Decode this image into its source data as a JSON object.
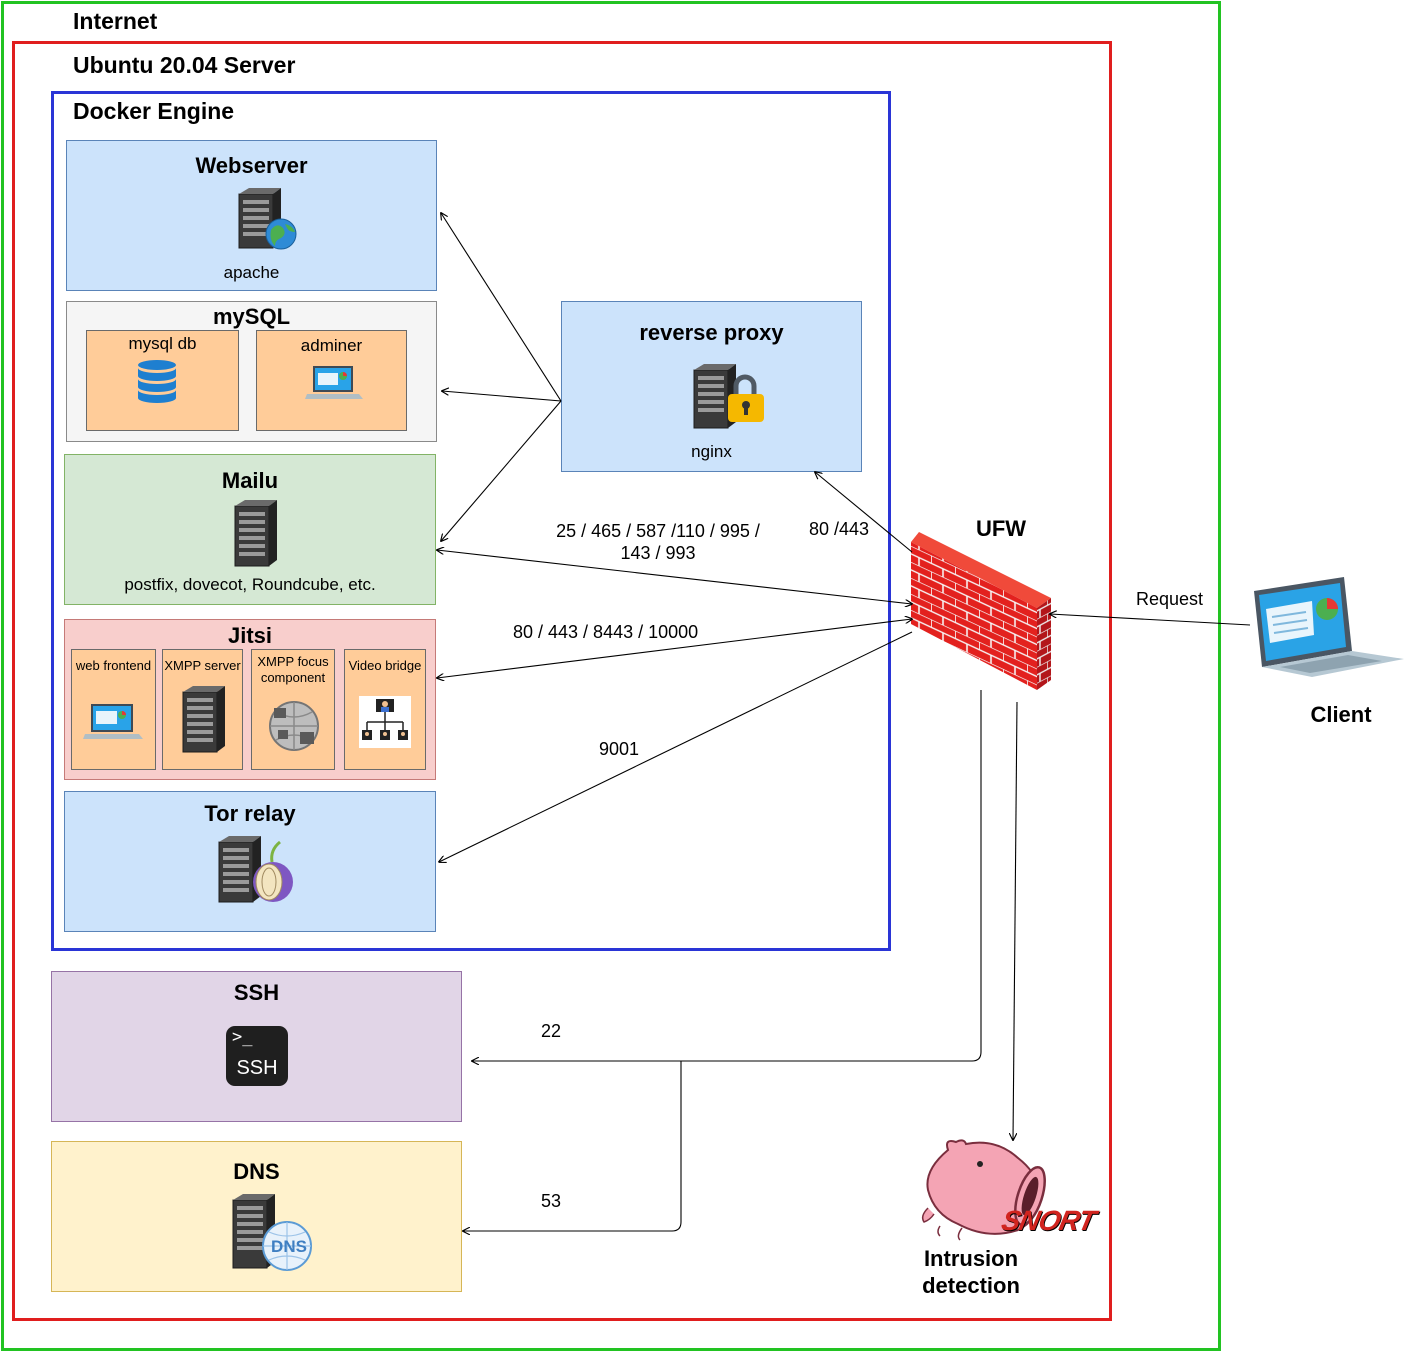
{
  "frames": {
    "internet": "Internet",
    "ubuntu": "Ubuntu 20.04 Server",
    "docker": "Docker Engine"
  },
  "webserver": {
    "title": "Webserver",
    "sub": "apache"
  },
  "mysql": {
    "title": "mySQL",
    "db": "mysql db",
    "adminer": "adminer"
  },
  "proxy": {
    "title": "reverse proxy",
    "sub": "nginx"
  },
  "mailu": {
    "title": "Mailu",
    "sub": "postfix, dovecot, Roundcube, etc."
  },
  "jitsi": {
    "title": "Jitsi",
    "components": [
      "web frontend",
      "XMPP server",
      "XMPP focus component",
      "Video bridge"
    ]
  },
  "tor": {
    "title": "Tor relay"
  },
  "ssh": {
    "title": "SSH",
    "icon_text": "SSH",
    "prompt": ">_"
  },
  "dns": {
    "title": "DNS",
    "icon_text": "DNS"
  },
  "ufw": {
    "title": "UFW"
  },
  "client": {
    "title": "Client"
  },
  "snort": {
    "title": "Intrusion detection",
    "logo": "SNORT"
  },
  "ports": {
    "mail_line1": "25 / 465 / 587 /110 / 995 /",
    "mail_line2": "143 / 993",
    "proxy": "80 /443",
    "jitsi": "80 / 443 / 8443 / 10000",
    "tor": "9001",
    "ssh": "22",
    "dns": "53",
    "request": "Request"
  },
  "colors": {
    "internet_border": "#22c322",
    "ubuntu_border": "#e01e1e",
    "docker_border": "#2a35d6",
    "service_blue": "#cce3fb",
    "mail_green": "#d5e8d4",
    "jitsi_pink": "#f8cecc",
    "component_orange": "#ffcc99",
    "ssh_purple": "#e1d5e7",
    "dns_yellow": "#fff2cc",
    "firewall_red": "#e3211e"
  }
}
